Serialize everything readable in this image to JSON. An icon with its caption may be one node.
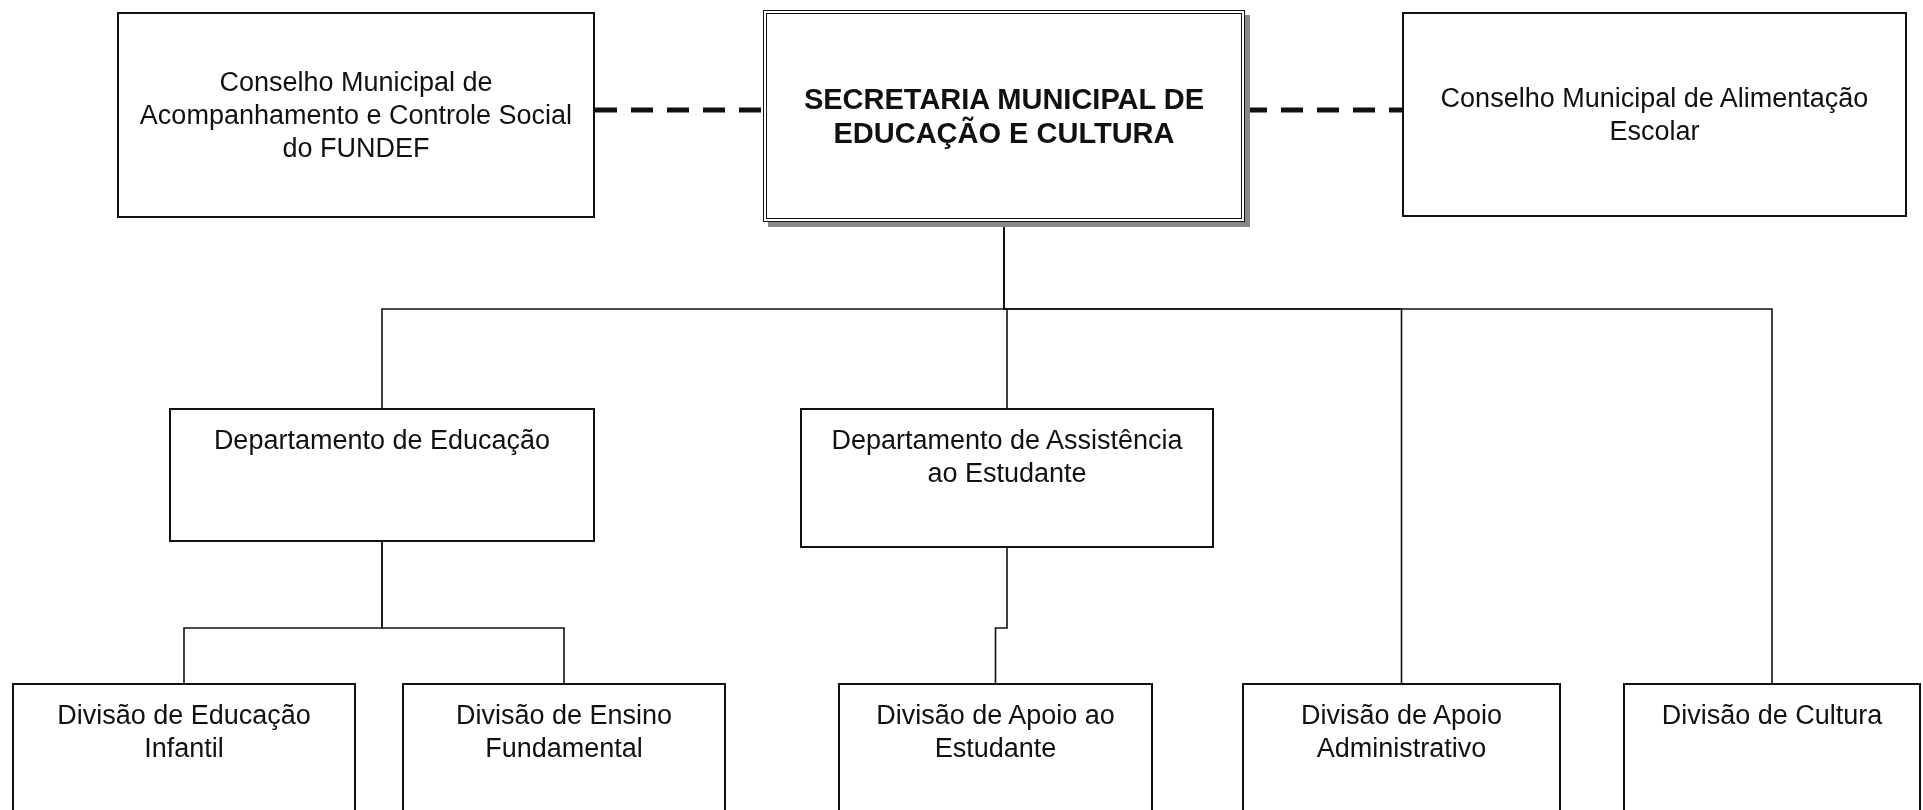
{
  "diagram": {
    "nodes": [
      {
        "text": [
          "Conselho Municipal de Acompanhamento e Controle Social do FUNDEF"
        ]
      },
      {
        "text": [
          "SECRETARIA MUNICIPAL DE EDUCAÇÃO E CULTURA"
        ]
      },
      {
        "text": [
          "Conselho Municipal de Alimentação Escolar"
        ]
      },
      {
        "text": [
          "Departamento de Educação"
        ]
      },
      {
        "text": [
          "Departamento de Assistência ao Estudante"
        ]
      },
      {
        "text": [
          "Divisão de Educação Infantil"
        ]
      },
      {
        "text": [
          "Divisão de Ensino Fundamental"
        ]
      },
      {
        "text": [
          "Divisão de Apoio ao Estudante"
        ]
      },
      {
        "text": [
          "Divisão de Apoio Administrativo"
        ]
      },
      {
        "text": [
          "Divisão de Cultura"
        ]
      }
    ],
    "edges": [
      {
        "from": 0,
        "to": 1,
        "arrow": "none",
        "style": "dashed"
      },
      {
        "from": 1,
        "to": 2,
        "arrow": "none",
        "style": "dashed"
      },
      {
        "from": 1,
        "to": 3,
        "arrow": "none"
      },
      {
        "from": 1,
        "to": 4,
        "arrow": "none"
      },
      {
        "from": 1,
        "to": 8,
        "arrow": "none"
      },
      {
        "from": 1,
        "to": 9,
        "arrow": "none"
      },
      {
        "from": 3,
        "to": 5,
        "arrow": "none"
      },
      {
        "from": 3,
        "to": 6,
        "arrow": "none"
      },
      {
        "from": 4,
        "to": 7,
        "arrow": "none"
      }
    ]
  }
}
